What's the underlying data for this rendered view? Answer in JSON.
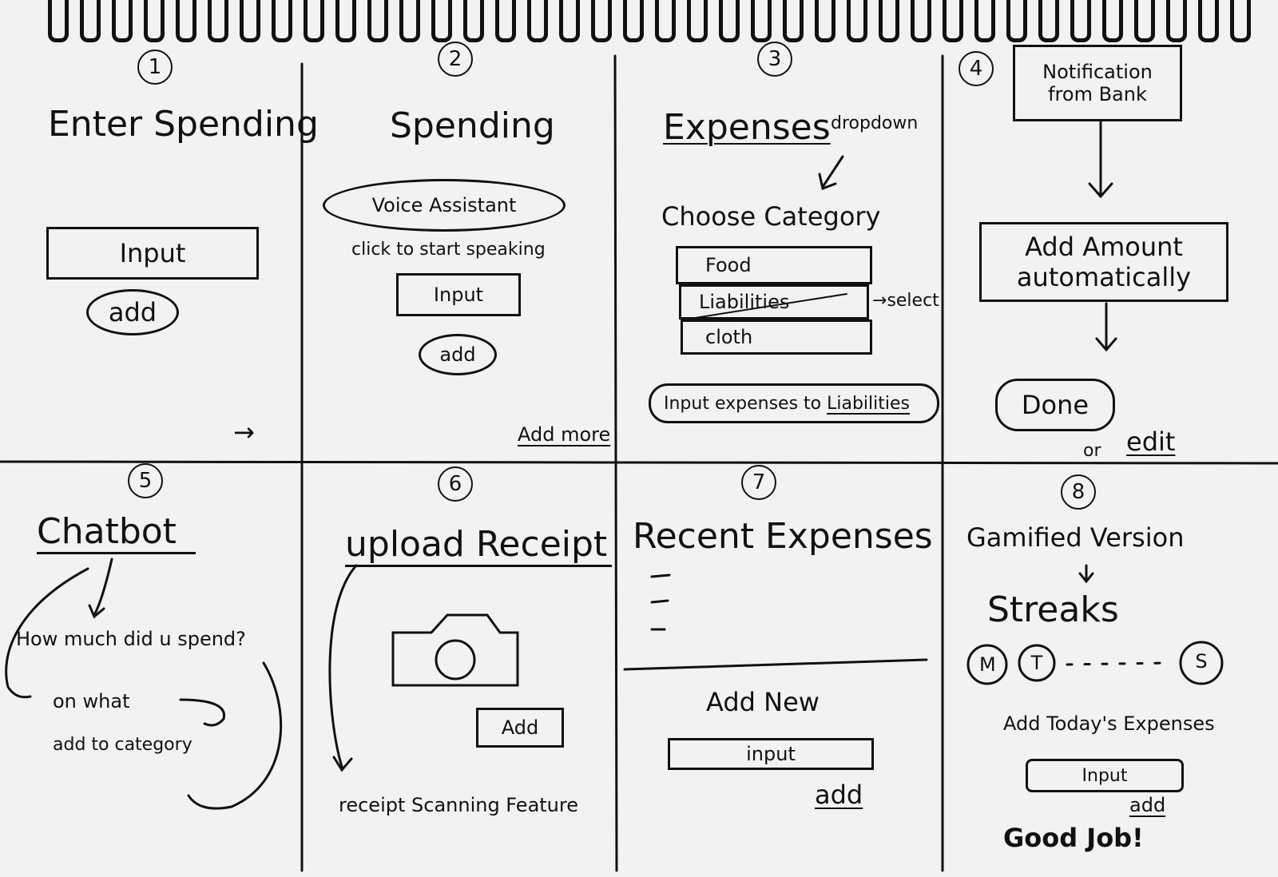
{
  "panels": {
    "p1": {
      "number": "1",
      "title": "Enter Spending",
      "input_label": "Input",
      "add_label": "add",
      "arrow": "→"
    },
    "p2": {
      "number": "2",
      "title": "Spending",
      "voice_label": "Voice Assistant",
      "voice_hint": "click to start speaking",
      "input_label": "Input",
      "add_label": "add",
      "add_more": "Add more"
    },
    "p3": {
      "number": "3",
      "title": "Expenses",
      "dropdown_note": "dropdown",
      "choose_label": "Choose Category",
      "options": [
        "Food",
        "Liabilities",
        "cloth"
      ],
      "select_note": "select",
      "bottom_label": "Input expenses to",
      "bottom_link": "Liabilities"
    },
    "p4": {
      "number": "4",
      "notification": "Notification from Bank",
      "auto_add": "Add Amount automatically",
      "done_label": "Done",
      "or_label": "or",
      "edit_label": "edit"
    },
    "p5": {
      "number": "5",
      "title": "Chatbot",
      "question": "How much did u spend?",
      "line2": "on what",
      "line3": "add to category"
    },
    "p6": {
      "number": "6",
      "title": "upload Receipt",
      "add_label": "Add",
      "feature_note": "receipt Scanning Feature"
    },
    "p7": {
      "number": "7",
      "title": "Recent Expenses",
      "add_new": "Add New",
      "input_label": "input",
      "add_label": "add"
    },
    "p8": {
      "number": "8",
      "title": "Gamified Version",
      "streaks": "Streaks",
      "day_first": "M",
      "day_second": "T",
      "day_last": "S",
      "prompt": "Add Today's Expenses",
      "input_label": "Input",
      "add_label": "add",
      "praise": "Good Job!"
    }
  }
}
